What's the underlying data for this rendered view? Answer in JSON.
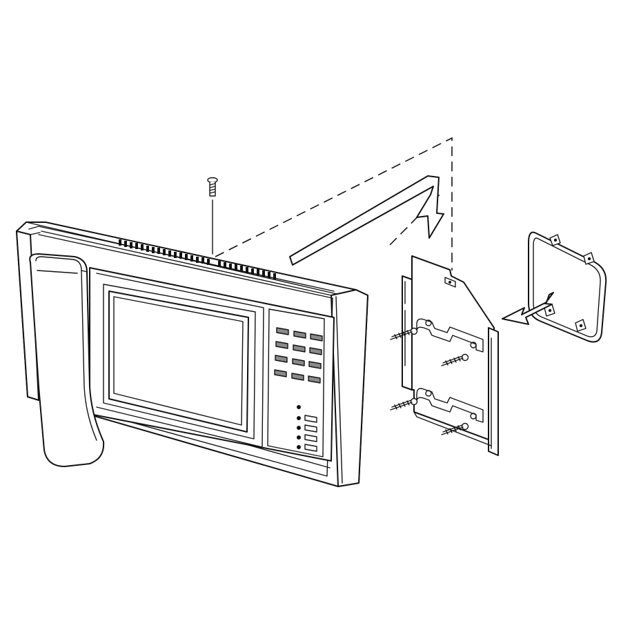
{
  "diagram": {
    "type": "exploded-installation-drawing",
    "style": "black line art on white",
    "text_labels": [],
    "parts": [
      {
        "id": "video-monitor",
        "icon": "intercom-monitor-icon"
      },
      {
        "id": "handset",
        "icon": "handset-icon"
      },
      {
        "id": "display-screen",
        "icon": "screen-icon"
      },
      {
        "id": "keypad",
        "icon": "keypad-icon",
        "button_grid": [
          4,
          3
        ]
      },
      {
        "id": "indicator-buttons",
        "icon": "indicator-buttons-icon",
        "count": 4
      },
      {
        "id": "top-fixing-screw",
        "icon": "screw-icon",
        "count": 1
      },
      {
        "id": "wall-mounting-bracket",
        "icon": "mounting-plate-icon"
      },
      {
        "id": "bracket-screws",
        "icon": "screw-icon",
        "count": 4
      },
      {
        "id": "wall-box",
        "icon": "wall-box-icon"
      }
    ],
    "connectors": [
      {
        "from": "video-monitor",
        "to": "wall-mounting-bracket",
        "style": "dashed",
        "arrow": "down"
      },
      {
        "from": "wall-box",
        "to": "wall-mounting-bracket",
        "style": "solid",
        "arrow": "left"
      }
    ]
  }
}
